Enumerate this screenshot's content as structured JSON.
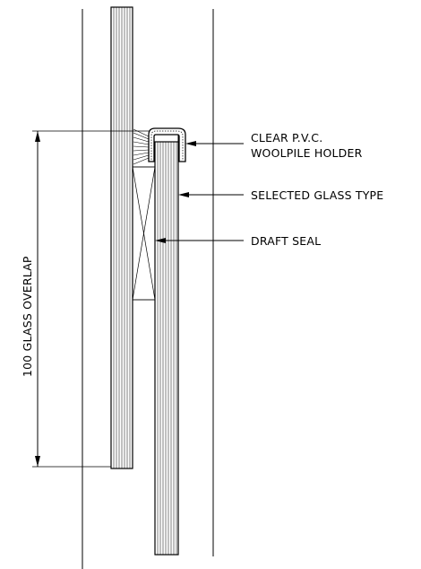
{
  "labels": {
    "pvc_holder_line1": "CLEAR  P.V.C.",
    "pvc_holder_line2": "WOOLPILE HOLDER",
    "glass_type": "SELECTED GLASS TYPE",
    "draft_seal": "DRAFT SEAL",
    "overlap_dimension": "100 GLASS OVERLAP"
  }
}
